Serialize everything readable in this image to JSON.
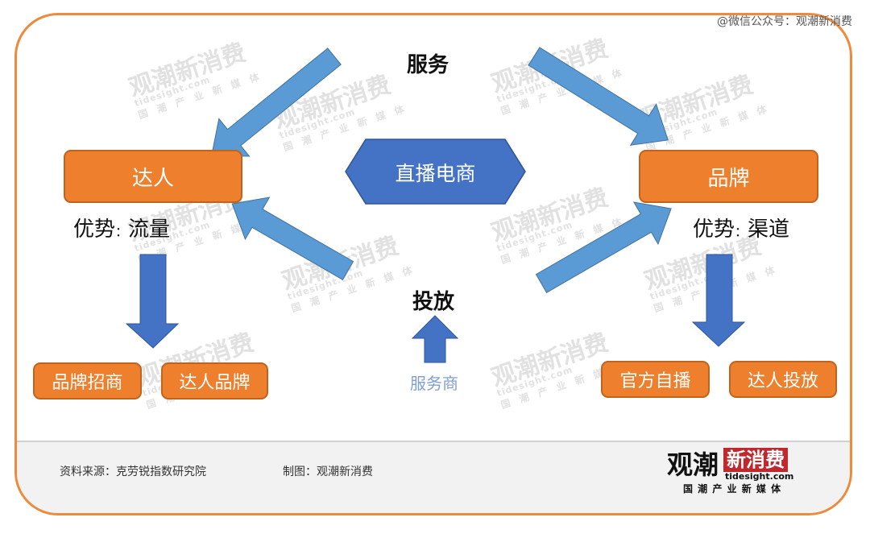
{
  "watermark_top": "@微信公众号：观潮新消费",
  "center": {
    "label": "直播电商",
    "color": "#4472c4"
  },
  "top_label": "服务",
  "middle_label": "投放",
  "bottom_label": "服务商",
  "left": {
    "box": "达人",
    "advantage_prefix": "优势",
    "advantage_sep": "：",
    "advantage_value": "流量",
    "sub_boxes": [
      "品牌招商",
      "达人品牌"
    ]
  },
  "right": {
    "box": "品牌",
    "advantage_prefix": "优势",
    "advantage_sep": "：",
    "advantage_value": "渠道",
    "sub_boxes": [
      "官方自播",
      "达人投放"
    ]
  },
  "footer": {
    "source": "资料来源：克劳锐指数研究院",
    "credit": "制图：观潮新消费"
  },
  "logo": {
    "name_a": "观潮",
    "name_b": "新消费",
    "domain": "tidesight.com",
    "tagline": "国 潮 产 业 新 媒 体"
  },
  "watermark": {
    "name": "观潮新消费",
    "domain": "tidesight.com",
    "tagline": "国 潮 产 业 新 媒 体"
  },
  "colors": {
    "orange": "#ee7f2d",
    "arrow_light": "#5b9bd5",
    "arrow_dark": "#4472c4",
    "frame": "#ed8a3c"
  }
}
